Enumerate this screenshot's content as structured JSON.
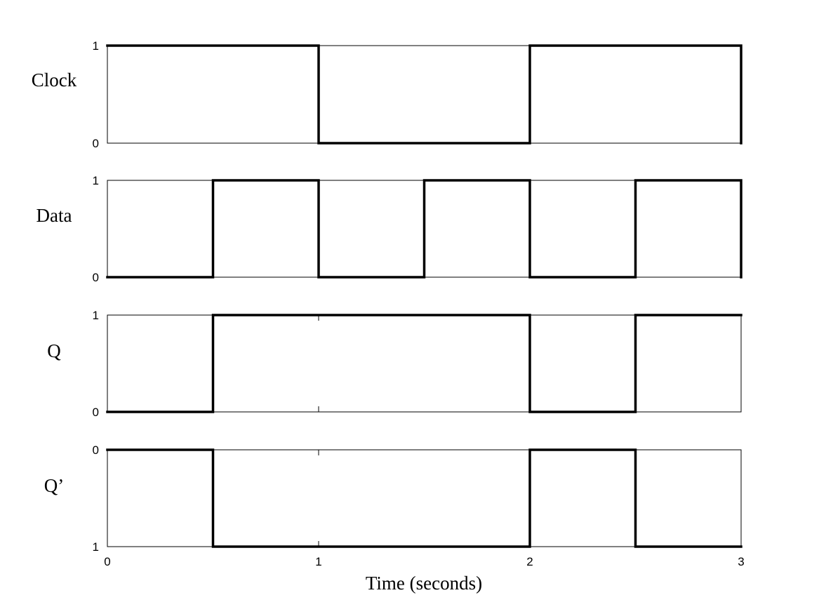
{
  "chart_data": {
    "type": "line",
    "xlabel": "Time (seconds)",
    "xlim": [
      0,
      3
    ],
    "x_ticks": [
      "0",
      "1",
      "2",
      "3"
    ],
    "series": [
      {
        "name": "Clock",
        "y_ticks": {
          "top": "1",
          "bottom": "0"
        },
        "points": [
          [
            0,
            1
          ],
          [
            1,
            1
          ],
          [
            1,
            0
          ],
          [
            2,
            0
          ],
          [
            2,
            1
          ],
          [
            3,
            1
          ],
          [
            3,
            0
          ]
        ]
      },
      {
        "name": "Data",
        "y_ticks": {
          "top": "1",
          "bottom": "0"
        },
        "points": [
          [
            0,
            0
          ],
          [
            0.5,
            0
          ],
          [
            0.5,
            1
          ],
          [
            1,
            1
          ],
          [
            1,
            0
          ],
          [
            1.5,
            0
          ],
          [
            1.5,
            1
          ],
          [
            2,
            1
          ],
          [
            2,
            0
          ],
          [
            2.5,
            0
          ],
          [
            2.5,
            1
          ],
          [
            3,
            1
          ],
          [
            3,
            0
          ]
        ]
      },
      {
        "name": "Q",
        "y_ticks": {
          "top": "1",
          "bottom": "0"
        },
        "points": [
          [
            0,
            0
          ],
          [
            0.5,
            0
          ],
          [
            0.5,
            1
          ],
          [
            2,
            1
          ],
          [
            2,
            0
          ],
          [
            2.5,
            0
          ],
          [
            2.5,
            1
          ],
          [
            3,
            1
          ]
        ]
      },
      {
        "name": "Q’",
        "y_ticks": {
          "top": "0",
          "bottom": "1"
        },
        "points": [
          [
            0,
            0
          ],
          [
            0.5,
            0
          ],
          [
            0.5,
            1
          ],
          [
            2,
            1
          ],
          [
            2,
            0
          ],
          [
            2.5,
            0
          ],
          [
            2.5,
            1
          ],
          [
            3,
            1
          ]
        ]
      }
    ]
  }
}
